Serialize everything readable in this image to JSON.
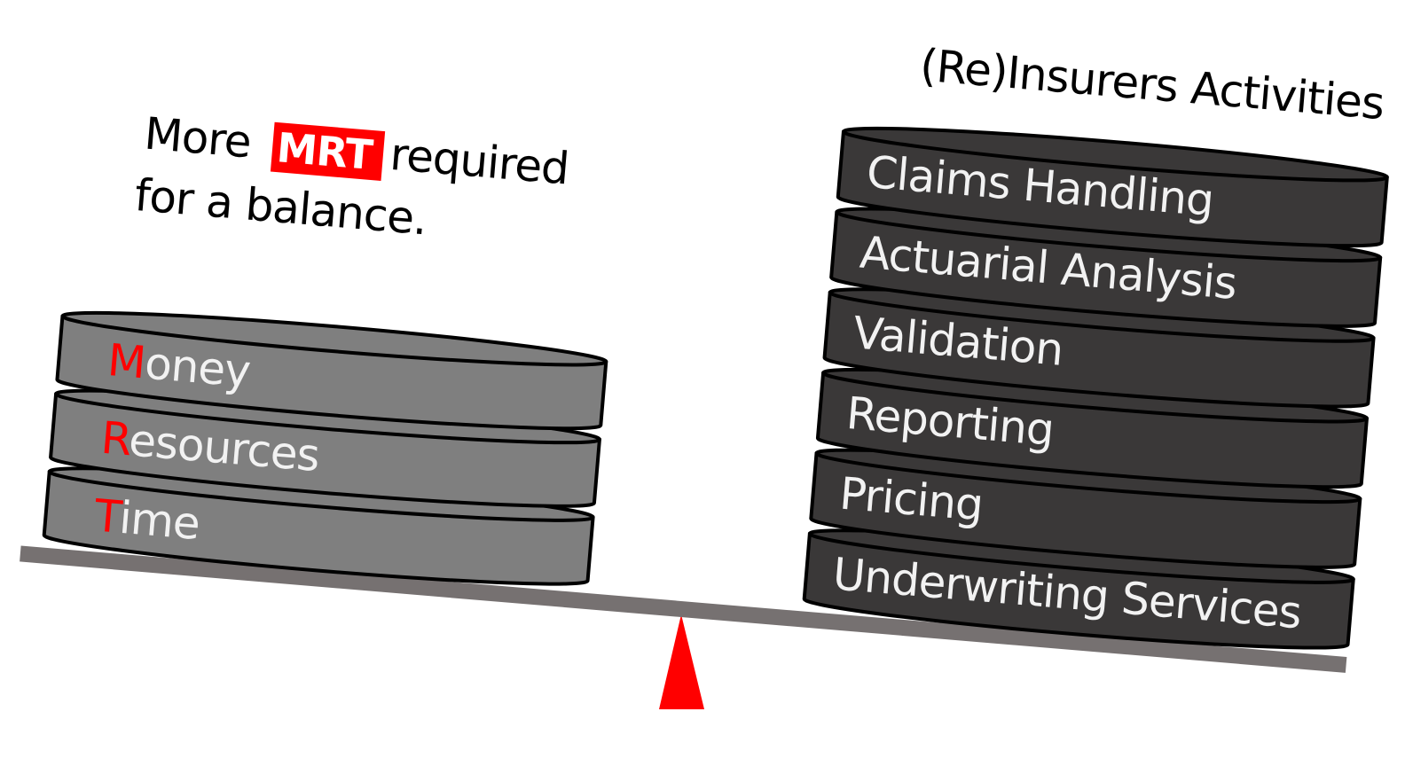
{
  "left_caption": {
    "prefix": "More",
    "highlight": "MRT",
    "suffix": "required",
    "line2": "for a balance."
  },
  "left_stack": {
    "items": [
      {
        "initial": "M",
        "rest": "oney"
      },
      {
        "initial": "R",
        "rest": "esources"
      },
      {
        "initial": "T",
        "rest": "ime"
      }
    ]
  },
  "right_stack": {
    "title": "(Re)Insurers Activities",
    "items": [
      "Claims Handling",
      "Actuarial Analysis",
      "Validation",
      "Reporting",
      "Pricing",
      "Underwriting Services"
    ]
  },
  "colors": {
    "accent_red": "#ff0000",
    "left_disk_fill": "#7f7f7f",
    "right_disk_fill": "#3a3838",
    "beam": "#767171",
    "outline": "#000000",
    "disk_text": "#f2f2f2"
  }
}
